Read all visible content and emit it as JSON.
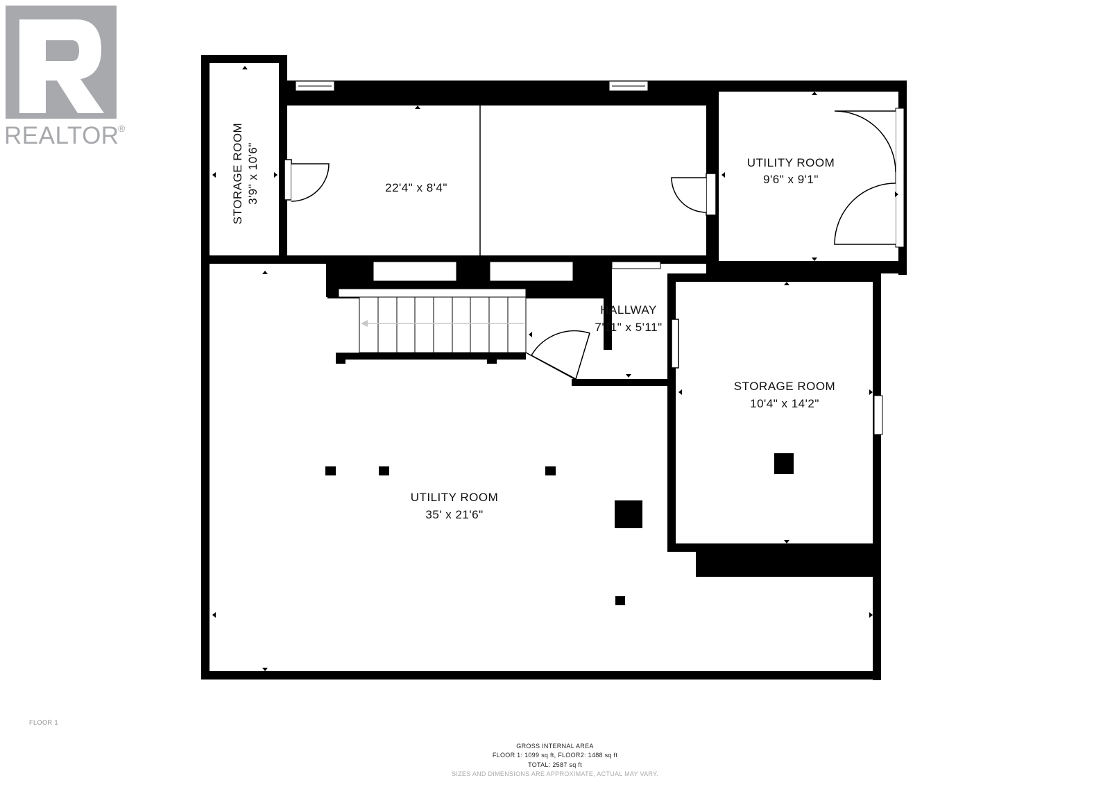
{
  "logo": {
    "brand": "REALTOR",
    "registered": "®",
    "icon": "realtor-r-logo"
  },
  "rooms": {
    "storage_left": {
      "name": "STORAGE ROOM",
      "dims": "3'9\" x 10'6\""
    },
    "top_middle": {
      "dims": "22'4\" x 8'4\""
    },
    "utility_top": {
      "name": "UTILITY ROOM",
      "dims": "9'6\" x 9'1\""
    },
    "hallway": {
      "name": "HALLWAY",
      "dims": "7'11\" x 5'11\""
    },
    "storage_right": {
      "name": "STORAGE ROOM",
      "dims": "10'4\" x 14'2\""
    },
    "utility_main": {
      "name": "UTILITY ROOM",
      "dims": "35' x 21'6\""
    }
  },
  "floor_label": "FLOOR 1",
  "footer": {
    "heading": "GROSS INTERNAL AREA",
    "floors": "FLOOR 1: 1099 sq ft, FLOOR2: 1488 sq ft",
    "total": "TOTAL: 2587 sq ft",
    "disclaimer": "SIZES AND DIMENSIONS ARE APPROXIMATE, ACTUAL MAY VARY."
  },
  "colors": {
    "wall": "#000000",
    "logo_gray": "#a7a9ac",
    "window_fill": "#ffffff",
    "stair_arrow": "#c8c8c8"
  }
}
